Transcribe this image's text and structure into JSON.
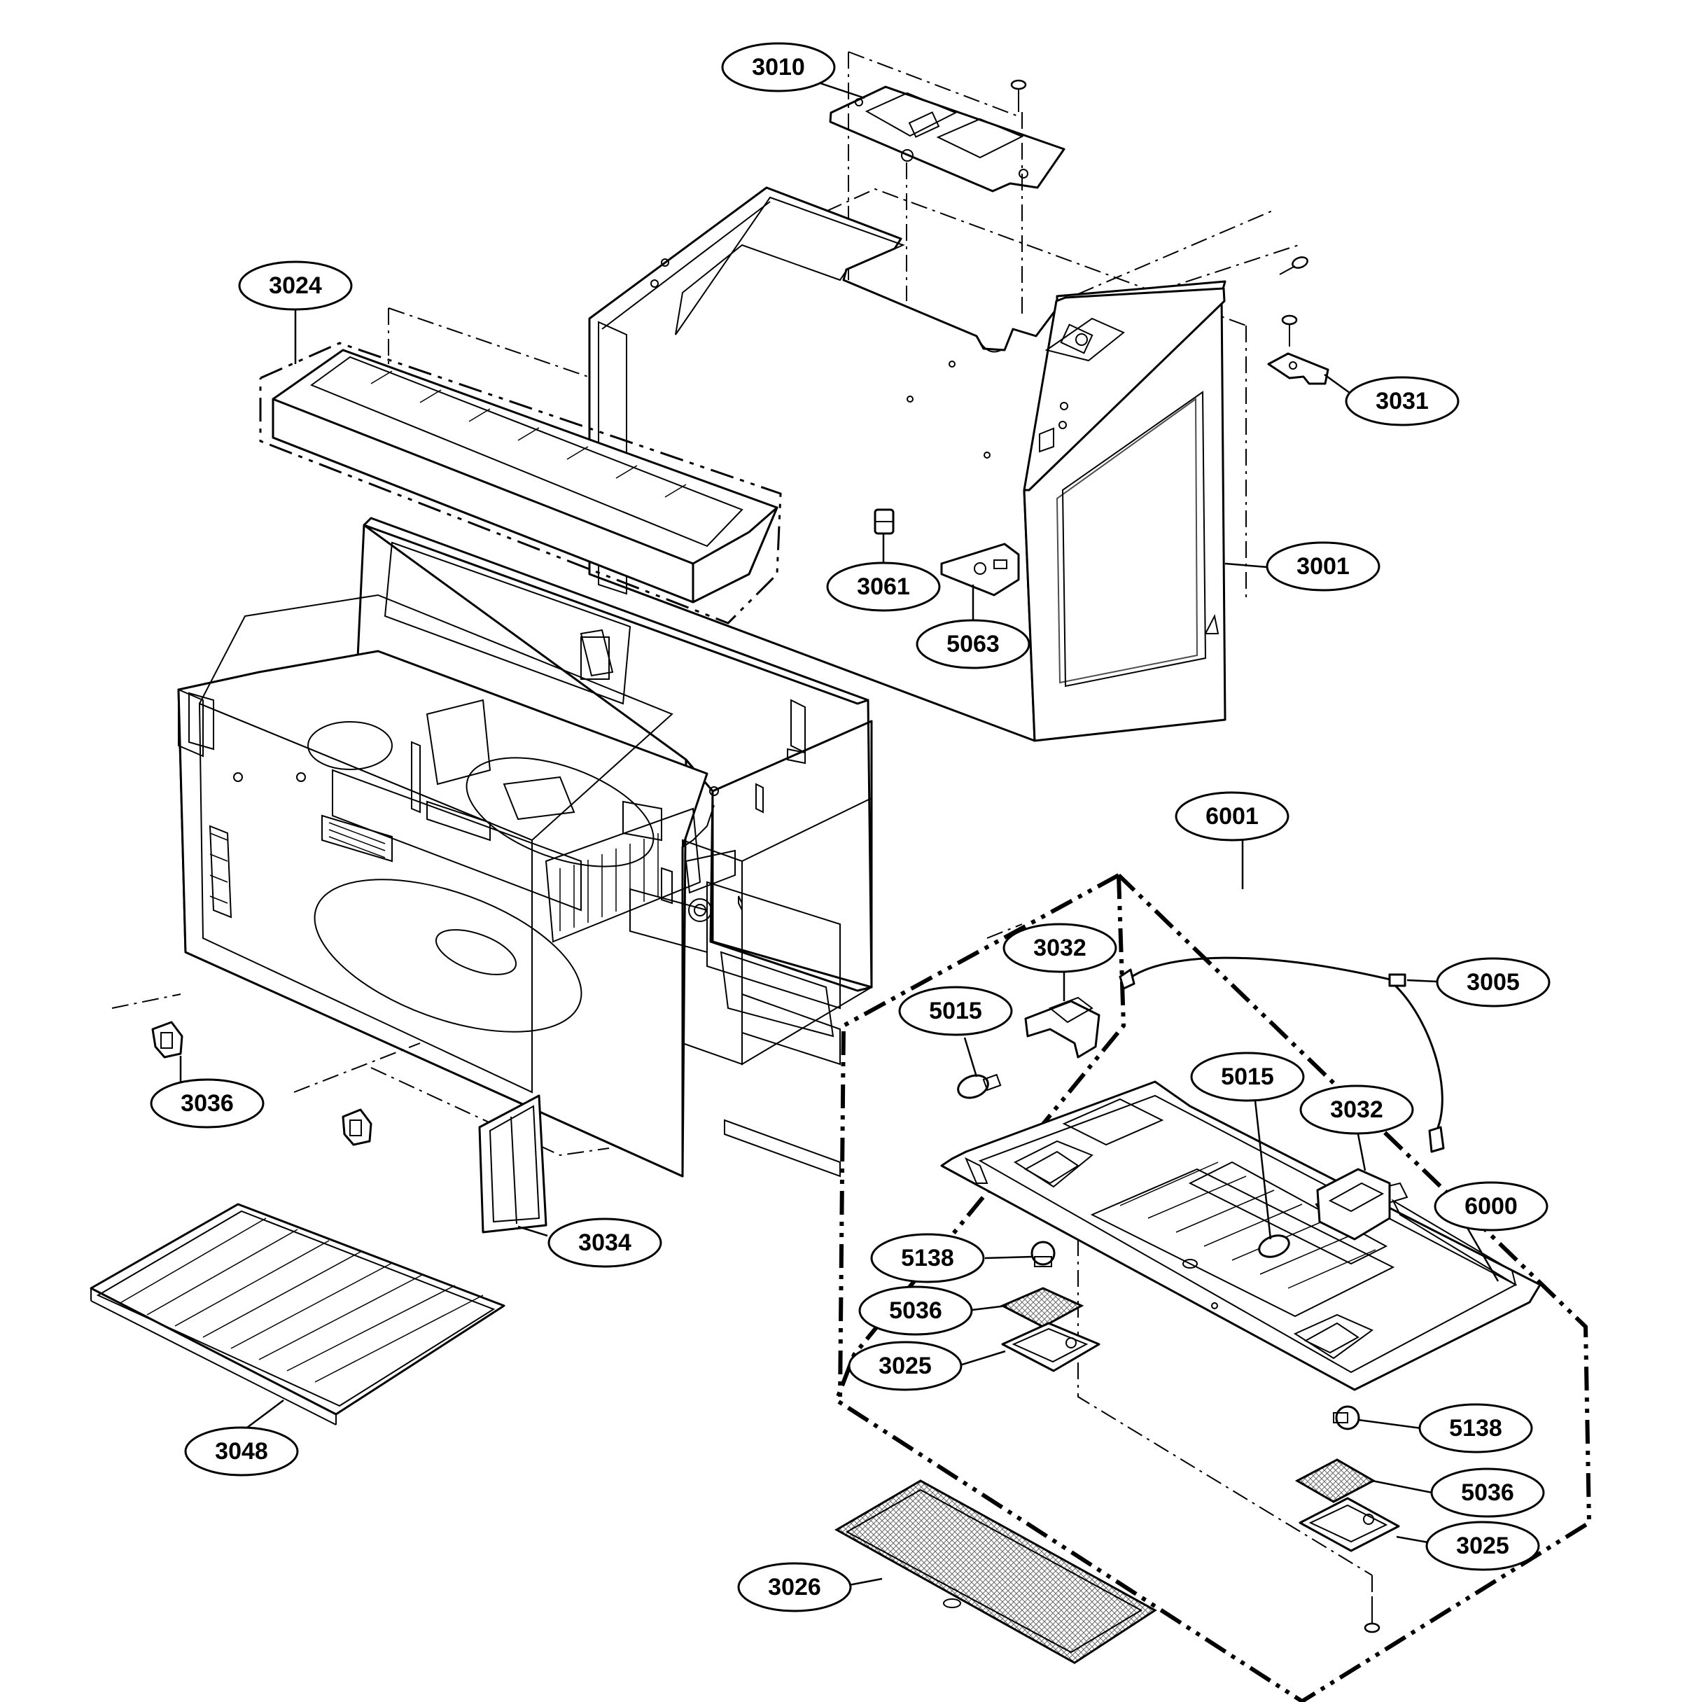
{
  "diagram": {
    "group_label": "6001",
    "callouts": [
      {
        "id": "c3010",
        "label": "3010"
      },
      {
        "id": "c3024",
        "label": "3024"
      },
      {
        "id": "c3031",
        "label": "3031"
      },
      {
        "id": "c3001",
        "label": "3001"
      },
      {
        "id": "c3061",
        "label": "3061"
      },
      {
        "id": "c5063",
        "label": "5063"
      },
      {
        "id": "c6001",
        "label": "6001"
      },
      {
        "id": "c3032a",
        "label": "3032"
      },
      {
        "id": "c3005",
        "label": "3005"
      },
      {
        "id": "c5015a",
        "label": "5015"
      },
      {
        "id": "c5015b",
        "label": "5015"
      },
      {
        "id": "c3032b",
        "label": "3032"
      },
      {
        "id": "c6000",
        "label": "6000"
      },
      {
        "id": "c5138a",
        "label": "5138"
      },
      {
        "id": "c5036a",
        "label": "5036"
      },
      {
        "id": "c3025a",
        "label": "3025"
      },
      {
        "id": "c5138b",
        "label": "5138"
      },
      {
        "id": "c5036b",
        "label": "5036"
      },
      {
        "id": "c3025b",
        "label": "3025"
      },
      {
        "id": "c3026",
        "label": "3026"
      },
      {
        "id": "c3036",
        "label": "3036"
      },
      {
        "id": "c3034",
        "label": "3034"
      },
      {
        "id": "c3048",
        "label": "3048"
      }
    ]
  }
}
